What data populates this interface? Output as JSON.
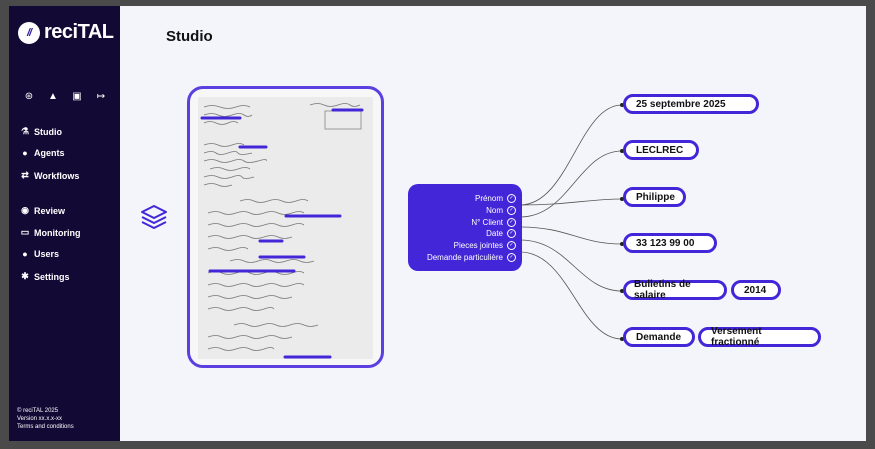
{
  "app": {
    "logo_mark": "//",
    "name": "reciTAL"
  },
  "header": {
    "title": "Studio"
  },
  "sidebar": {
    "top_icons": [
      "settings-icon",
      "bell-icon",
      "inbox-icon",
      "logout-icon"
    ],
    "items": [
      {
        "label": "Studio",
        "icon": "flask-icon"
      },
      {
        "label": "Agents",
        "icon": "agents-icon"
      },
      {
        "label": "Workflows",
        "icon": "workflow-icon"
      },
      {
        "label": "Review",
        "icon": "eye-icon"
      },
      {
        "label": "Monitoring",
        "icon": "monitor-icon"
      },
      {
        "label": "Users",
        "icon": "users-icon"
      },
      {
        "label": "Settings",
        "icon": "gear-icon"
      }
    ],
    "footer": {
      "copyright": "© reciTAL 2025",
      "version": "Version xx.x.x-xx",
      "terms": "Terms and conditions"
    }
  },
  "fields": [
    "Prénom",
    "Nom",
    "N° Client",
    "Date",
    "Pieces jointes",
    "Demande particulière"
  ],
  "results": {
    "date": "25 septembre 2025",
    "nom": "LECLREC",
    "prenom": "Philippe",
    "client": "33 123 99 00",
    "attachment": "Bulletins de salaire",
    "attachment_year": "2014",
    "request_label": "Demande",
    "request_value": "Versement fractionné"
  },
  "colors": {
    "sidebar": "#120a35",
    "accent": "#4326d8",
    "background": "#f4f5fa"
  }
}
